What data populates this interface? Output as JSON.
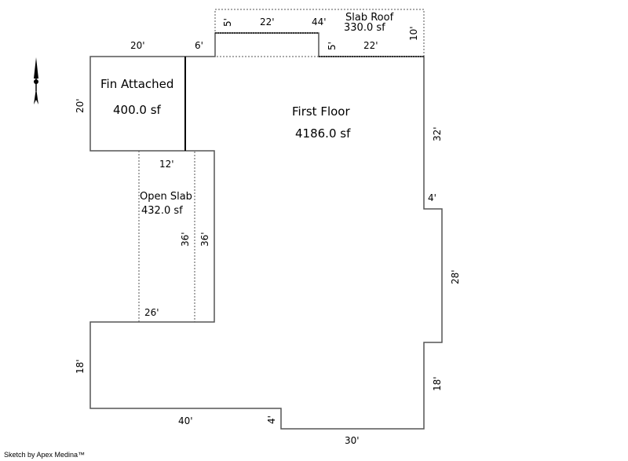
{
  "areas": {
    "first_floor": {
      "name": "First Floor",
      "area": "4186.0 sf"
    },
    "fin_attached": {
      "name": "Fin Attached",
      "area": "400.0 sf"
    },
    "open_slab": {
      "name": "Open Slab",
      "area": "432.0 sf"
    },
    "slab_roof": {
      "name": "Slab Roof",
      "area": "330.0 sf"
    }
  },
  "dimensions": {
    "fin_top": "20'",
    "fin_left": "20'",
    "step_6": "6'",
    "roof_5a": "5'",
    "roof_22a": "22'",
    "roof_44": "44'",
    "roof_5b": "5'",
    "roof_22b": "22'",
    "roof_10": "10'",
    "right_32": "32'",
    "right_4": "4'",
    "right_28": "28'",
    "right_18": "18'",
    "slab_12": "12'",
    "slab_36a": "36'",
    "slab_36b": "36'",
    "slab_26": "26'",
    "left_18": "18'",
    "bottom_40": "40'",
    "bottom_4": "4'",
    "bottom_30": "30'"
  },
  "credit": "Sketch by Apex Medina™",
  "colors": {
    "line": "#555555",
    "dark": "#000000"
  }
}
